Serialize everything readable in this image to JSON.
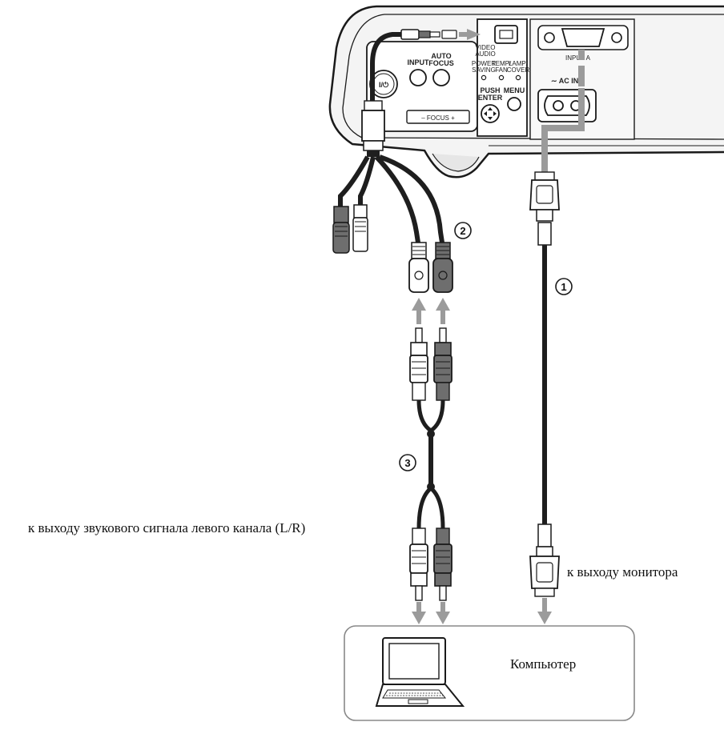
{
  "projector": {
    "buttons": {
      "power": "I/⏻",
      "input": "INPUT",
      "auto_focus_1": "AUTO",
      "auto_focus_2": "FOCUS",
      "menu": "MENU",
      "push_enter_1": "PUSH",
      "push_enter_2": "ENTER",
      "focus_bar": "–  FOCUS  +"
    },
    "indicators": {
      "power_saving_1": "POWER",
      "power_saving_2": "SAVING",
      "temp_fan_1": "TEMP/",
      "temp_fan_2": "FAN",
      "lamp_cover_1": "LAMP/",
      "lamp_cover_2": "COVER"
    },
    "ports": {
      "video_audio_1": "VIDEO",
      "video_audio_2": "AUDIO",
      "input_a": "INPUT A",
      "ac_in": "∼ AC IN"
    }
  },
  "callouts": {
    "cable_1": "1",
    "cable_2": "2",
    "cable_3": "3"
  },
  "labels": {
    "audio_out": "к выходу звукового сигнала левого канала (L/R)",
    "monitor_out": "к выходу монитора",
    "computer": "Компьютер"
  },
  "colors": {
    "line": "#1a1a1a",
    "cable": "#1e1e1e",
    "arrow": "#9b9b9b",
    "plug_gray": "#6e6e6e",
    "box_border": "#888888"
  }
}
